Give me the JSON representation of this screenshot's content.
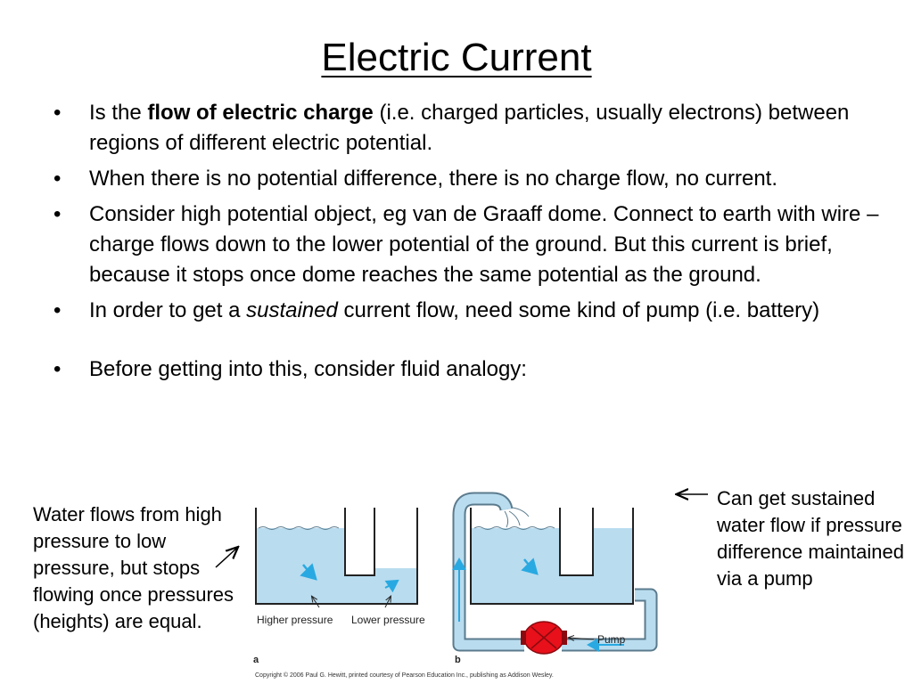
{
  "slide": {
    "title": "Electric Current",
    "bullet_glyph": "•",
    "bullets": {
      "b1": {
        "pre": "Is the ",
        "bold": "flow of electric charge",
        "post": " (i.e. charged particles, usually electrons) between regions of different electric potential."
      },
      "b2": "When there is no potential difference, there is no charge flow, no current.",
      "b3": "Consider high potential object, eg van de Graaff dome. Connect to earth with wire – charge flows down to the lower potential of the ground. But this current is brief, because it stops once dome reaches the same potential as the ground.",
      "b4": {
        "pre": "In order to get a ",
        "italic": "sustained",
        "post": " current flow, need some kind of pump (i.e. battery)"
      },
      "b5": "Before getting into this, consider fluid analogy:"
    },
    "note_left": "Water flows from high pressure to low pressure, but stops flowing once pressures (heights) are equal.",
    "note_right": "Can get sustained water flow if pressure difference maintained via a pump",
    "figure": {
      "label_a": "a",
      "label_b": "b",
      "higher_pressure": "Higher pressure",
      "lower_pressure": "Lower pressure",
      "pump": "Pump",
      "water_color": "#b9dcef",
      "flow_arrow_color": "#29a9e1",
      "pump_color": "#e8101a"
    },
    "copyright": "Copyright © 2006 Paul G. Hewitt, printed courtesy of Pearson Education Inc., publishing as Addison Wesley."
  }
}
